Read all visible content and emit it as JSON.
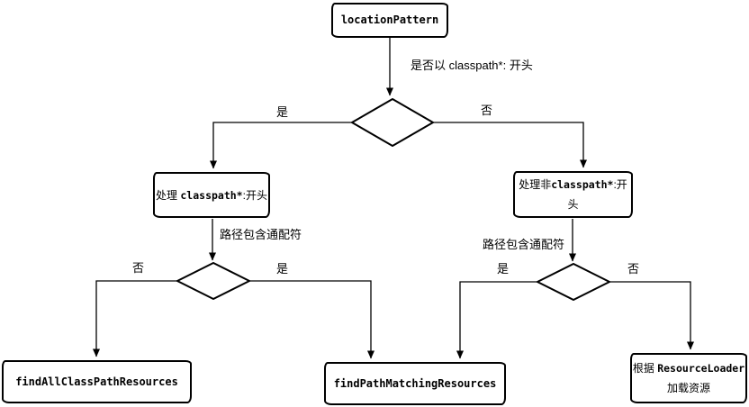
{
  "diagram": {
    "colors": {
      "stroke": "#000000",
      "shape_fill": "#ffffff",
      "background": "#ffffff"
    },
    "nodes": {
      "location_pattern": {
        "label": "locationPattern"
      },
      "handle_classpath": {
        "lines": [
          [
            {
              "t": "处理 ",
              "f": "cn"
            },
            {
              "t": "classpath*",
              "f": "code"
            },
            {
              "t": ":开头",
              "f": "cn"
            }
          ]
        ]
      },
      "handle_non_classpath": {
        "lines": [
          [
            {
              "t": "处理非",
              "f": "cn"
            },
            {
              "t": "classpath*",
              "f": "code"
            },
            {
              "t": ":开",
              "f": "cn"
            }
          ],
          [
            {
              "t": "头",
              "f": "cn"
            }
          ]
        ]
      },
      "find_all_classpath_resources": {
        "label": "findAllClassPathResources"
      },
      "find_path_matching_resources": {
        "label": "findPathMatchingResources"
      },
      "resource_loader_load": {
        "lines": [
          [
            {
              "t": "根据 ",
              "f": "cn"
            },
            {
              "t": "ResourceLoader",
              "f": "code"
            }
          ],
          [
            {
              "t": "加载资源",
              "f": "cn"
            }
          ]
        ]
      }
    },
    "edge_labels": {
      "question_top": "是否以 classpath*: 开头",
      "yes_top": "是",
      "no_top": "否",
      "wildcard_left": "路径包含通配符",
      "wildcard_right": "路径包含通配符",
      "no_left": "否",
      "yes_left": "是",
      "yes_right": "是",
      "no_right": "否"
    }
  }
}
